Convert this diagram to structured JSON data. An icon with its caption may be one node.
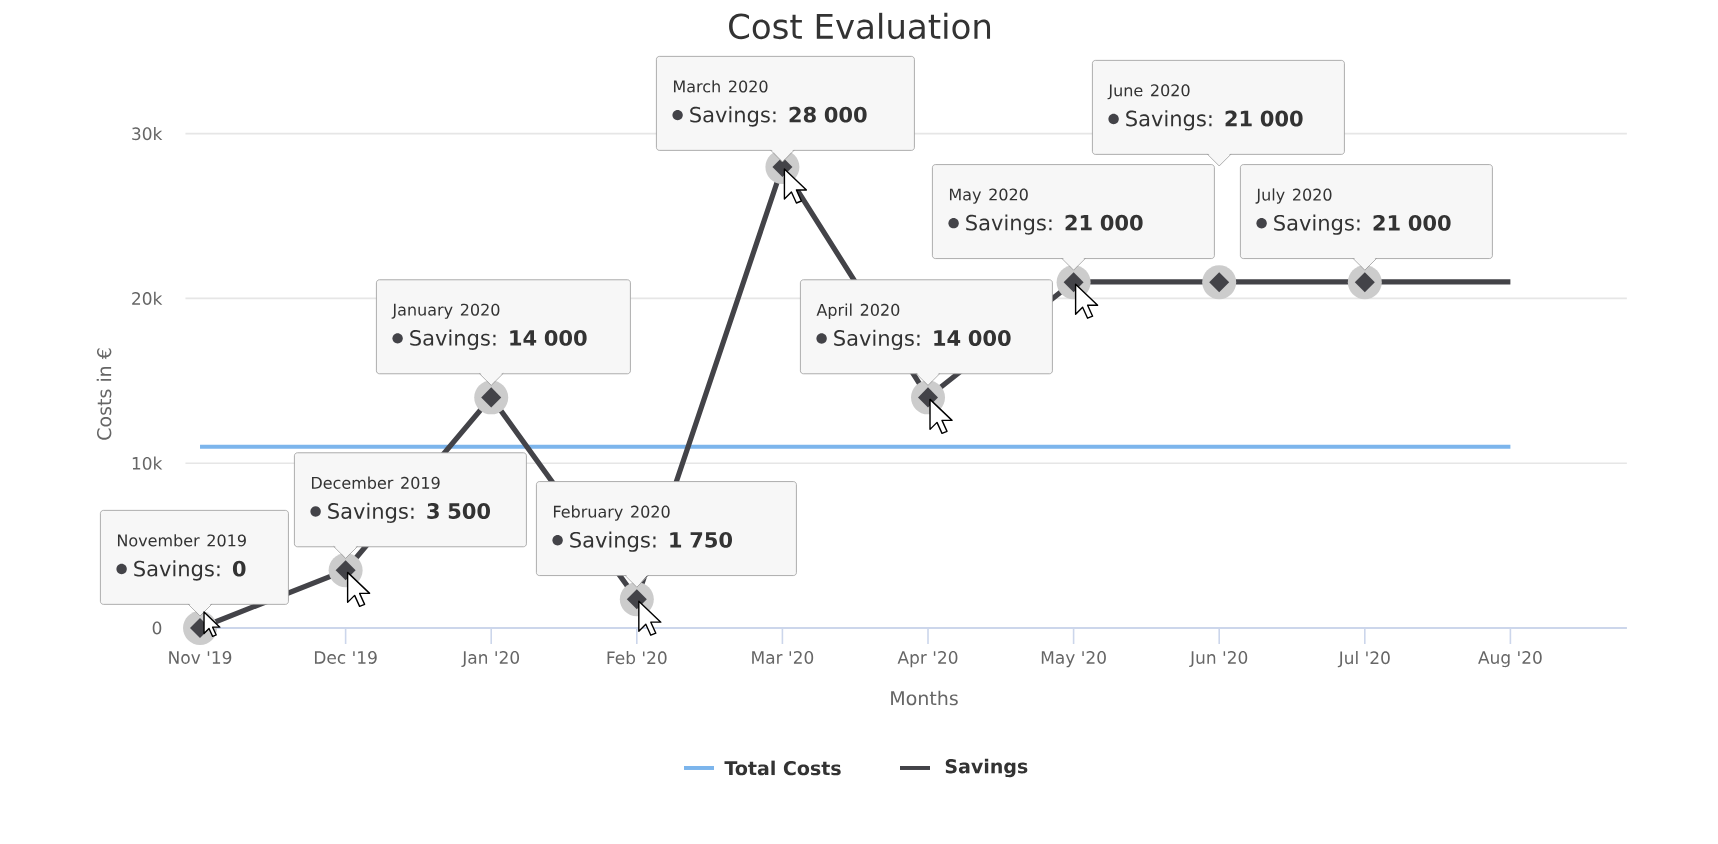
{
  "diagram": {
    "nodes": [
      {
        "text": [
          "November 2019",
          "Savings: **0**"
        ]
      },
      {
        "text": [
          "December 2019",
          "Savings: **3 500**"
        ]
      },
      {
        "text": [
          "January 2020",
          "Savings: **14 000**"
        ]
      },
      {
        "text": [
          "February 2020",
          "Savings: **1 750**"
        ]
      },
      {
        "text": [
          "March 2020",
          "Savings: **28 000**"
        ]
      },
      {
        "text": [
          "April 2020",
          "Savings: **14 000**"
        ]
      },
      {
        "text": [
          "May 2020",
          "Savings: **21 000**"
        ]
      },
      {
        "text": [
          "June 2020",
          "Savings: **21 000**"
        ]
      },
      {
        "text": [
          "July 2020",
          "Savings: **21 000**"
        ]
      }
    ],
    "chart_data": {
      "type": "line",
      "title": "Cost Evaluation",
      "xlabel": "Months",
      "ylabel": "Costs in €",
      "categories": [
        "Nov '19",
        "Dec '19",
        "Jan '20",
        "Feb '20",
        "Mar '20",
        "Apr '20",
        "May '20",
        "Jun '20",
        "Jul '20",
        "Aug '20"
      ],
      "series": [
        {
          "name": "Total Costs",
          "color": "#7cb5ec",
          "values": [
            11000,
            11000,
            11000,
            11000,
            11000,
            11000,
            11000,
            11000,
            11000,
            11000
          ]
        },
        {
          "name": "Savings",
          "color": "#434348",
          "marker": "diamond",
          "values": [
            0,
            3500,
            14000,
            1750,
            28000,
            14000,
            21000,
            21000,
            21000,
            21000
          ]
        }
      ],
      "legend": true,
      "ylim": [
        0,
        30000
      ],
      "yticks": [
        {
          "value": 0,
          "label": "0"
        },
        {
          "value": 10000,
          "label": "10k"
        },
        {
          "value": 20000,
          "label": "20k"
        },
        {
          "value": 30000,
          "label": "30k"
        }
      ]
    }
  }
}
